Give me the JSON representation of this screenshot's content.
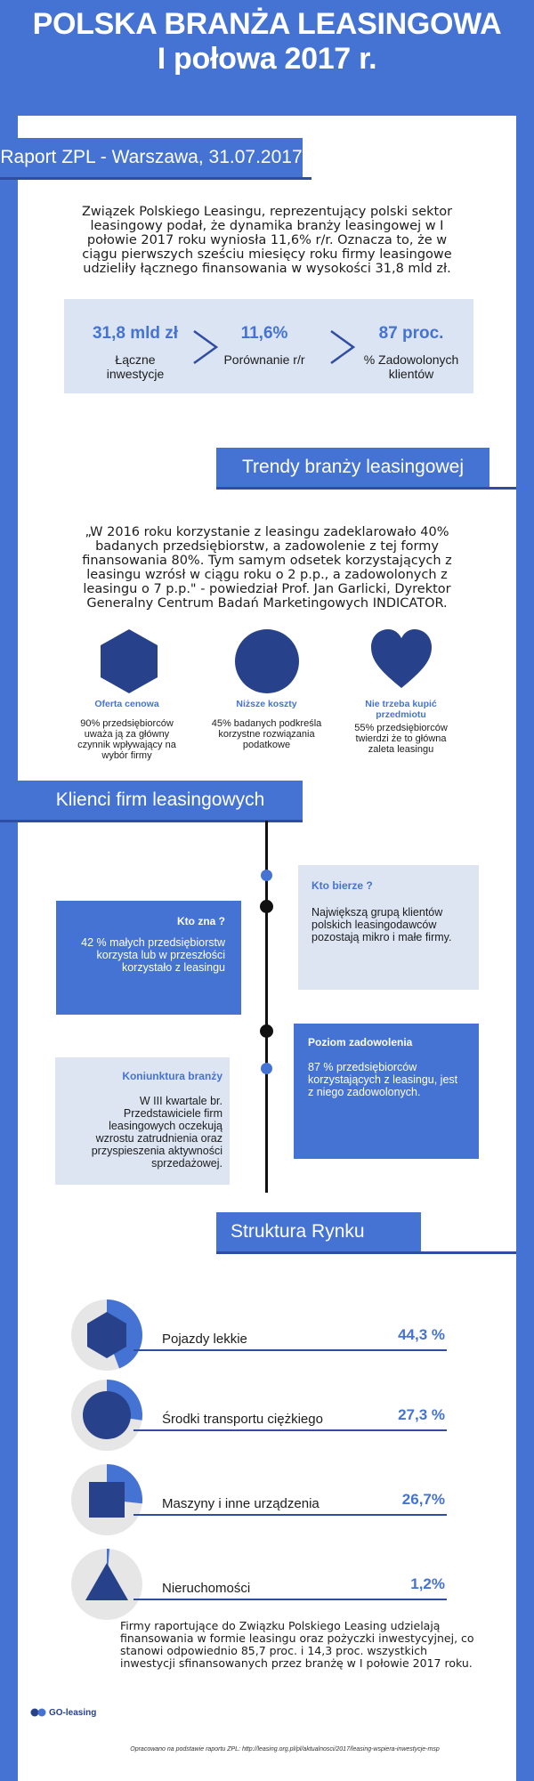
{
  "header": {
    "title_line1": "POLSKA BRANŻA LEASINGOWA",
    "title_line2": "I połowa 2017 r."
  },
  "report": {
    "label": "Raport ZPL - Warszawa, 31.07.2017",
    "intro": "Związek Polskiego Leasingu, reprezentujący polski sektor leasingowy podał, że dynamika branży leasingowej w I połowie 2017 roku wyniosła 11,6% r/r. Oznacza to, że w ciągu pierwszych sześciu miesięcy roku firmy leasingowe udzieliły łącznego finansowania w wysokości 31,8 mld zł."
  },
  "stats": [
    {
      "value": "31,8 mld zł",
      "label": "Łączne inwestycje"
    },
    {
      "value": "11,6%",
      "label": "Porównanie r/r"
    },
    {
      "value": "87 proc.",
      "label": "% Zadowolonych klientów"
    }
  ],
  "trends": {
    "heading": "Trendy branży leasingowej",
    "quote": "„W 2016 roku korzystanie z leasingu zadeklarowało 40% badanych przedsiębiorstw, a zadowolenie z tej formy finansowania 80%. Tym samym odsetek korzystających z leasingu wzrósł w ciągu roku o 2 p.p., a zadowolonych z leasingu o 7 p.p.\" - powiedział Prof. Jan Garlicki, Dyrektor Generalny Centrum Badań Marketingowych INDICATOR.",
    "features": [
      {
        "title": "Oferta cenowa",
        "desc": "90% przedsiębiorców uważa ją za główny czynnik wpływający na wybór firmy",
        "icon": "hexagon-icon"
      },
      {
        "title": "Niższe koszty",
        "desc": "45% badanych podkreśla korzystne rozwiązania podatkowe",
        "icon": "circle-icon"
      },
      {
        "title": "Nie trzeba kupić przedmiotu",
        "desc": "55% przedsiębiorców twierdzi że to główna zaleta leasingu",
        "icon": "heart-icon"
      }
    ]
  },
  "clients": {
    "heading": "Klienci firm leasingowych",
    "cards": [
      {
        "title": "Kto bierze ?",
        "text": "Największą grupą klientów polskich leasingodawców pozostają mikro i małe firmy."
      },
      {
        "title": "Kto zna ?",
        "text": "42 % małych przedsiębiorstw korzysta lub w przeszłości korzystało z leasingu"
      },
      {
        "title": "Poziom zadowolenia",
        "text": "87 % przedsiębiorców korzystających z leasingu, jest z niego zadowolonych."
      },
      {
        "title": "Koniunktura branży",
        "text": "W III kwartale br. Przedstawiciele firm leasingowych oczekują wzrostu zatrudnienia oraz przyspieszenia aktywności sprzedażowej."
      }
    ]
  },
  "market": {
    "heading": "Struktura Rynku",
    "rows": [
      {
        "label": "Pojazdy lekkie",
        "value": "44,3 %",
        "share": 0.443,
        "icon": "hexagon-icon"
      },
      {
        "label": "Środki transportu ciężkiego",
        "value": "27,3 %",
        "share": 0.273,
        "icon": "circle-icon"
      },
      {
        "label": "Maszyny i inne urządzenia",
        "value": "26,7%",
        "share": 0.267,
        "icon": "square-icon"
      },
      {
        "label": "Nieruchomości",
        "value": "1,2%",
        "share": 0.012,
        "icon": "triangle-icon"
      }
    ]
  },
  "footer": {
    "text": "Firmy raportujące do Związku Polskiego Leasing udzielają finansowania w formie leasingu oraz pożyczki inwestycyjnej, co stanowi odpowiednio 85,7 proc. i 14,3 proc. wszystkich inwestycji sfinansowanych przez branżę w I połowie 2017 roku.",
    "logo": "GO-leasing",
    "source": "Opracowano na podstawie raportu ZPL: http://leasing.org.pl/pl/aktualnosci/2017/leasing-wspiera-inwestycje-msp"
  },
  "colors": {
    "accent": "#4573d4",
    "dark": "#2f4da3",
    "icon_fill": "#27428a",
    "light": "#dde5f3"
  }
}
